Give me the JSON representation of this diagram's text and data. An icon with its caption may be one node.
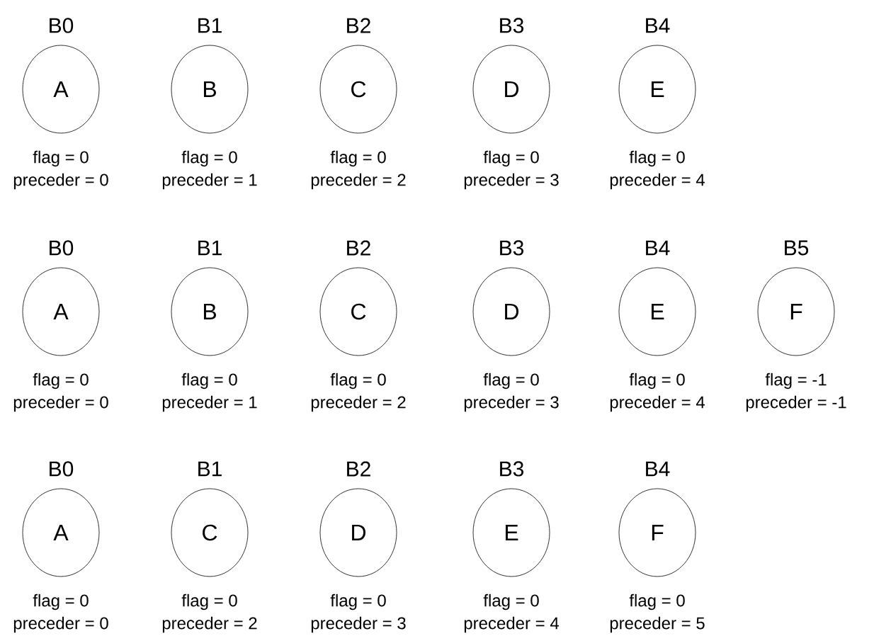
{
  "diagram": {
    "nodes": [
      {
        "text": [
          "B0",
          "A"
        ],
        "beside": [
          "flag = 0",
          "preceder = 0"
        ]
      },
      {
        "text": [
          "B1",
          "B"
        ],
        "beside": [
          "flag = 0",
          "preceder = 1"
        ]
      },
      {
        "text": [
          "B2",
          "C"
        ],
        "beside": [
          "flag = 0",
          "preceder = 2"
        ]
      },
      {
        "text": [
          "B3",
          "D"
        ],
        "beside": [
          "flag = 0",
          "preceder = 3"
        ]
      },
      {
        "text": [
          "B4",
          "E"
        ],
        "beside": [
          "flag = 0",
          "preceder = 4"
        ]
      },
      {
        "text": [
          "B0",
          "A"
        ],
        "beside": [
          "flag = 0",
          "preceder = 0"
        ]
      },
      {
        "text": [
          "B1",
          "B"
        ],
        "beside": [
          "flag = 0",
          "preceder = 1"
        ]
      },
      {
        "text": [
          "B2",
          "C"
        ],
        "beside": [
          "flag = 0",
          "preceder = 2"
        ]
      },
      {
        "text": [
          "B3",
          "D"
        ],
        "beside": [
          "flag = 0",
          "preceder = 3"
        ]
      },
      {
        "text": [
          "B4",
          "E"
        ],
        "beside": [
          "flag = 0",
          "preceder = 4"
        ]
      },
      {
        "text": [
          "B5",
          "F"
        ],
        "beside": [
          "flag = -1",
          "preceder = -1"
        ]
      },
      {
        "text": [
          "B0",
          "A"
        ],
        "beside": [
          "flag = 0",
          "preceder = 0"
        ]
      },
      {
        "text": [
          "B1",
          "C"
        ],
        "beside": [
          "flag = 0",
          "preceder = 2"
        ]
      },
      {
        "text": [
          "B2",
          "D"
        ],
        "beside": [
          "flag = 0",
          "preceder = 3"
        ]
      },
      {
        "text": [
          "B3",
          "E"
        ],
        "beside": [
          "flag = 0",
          "preceder = 4"
        ]
      },
      {
        "text": [
          "B4",
          "F"
        ],
        "beside": [
          "flag = 0",
          "preceder = 5"
        ]
      }
    ]
  }
}
